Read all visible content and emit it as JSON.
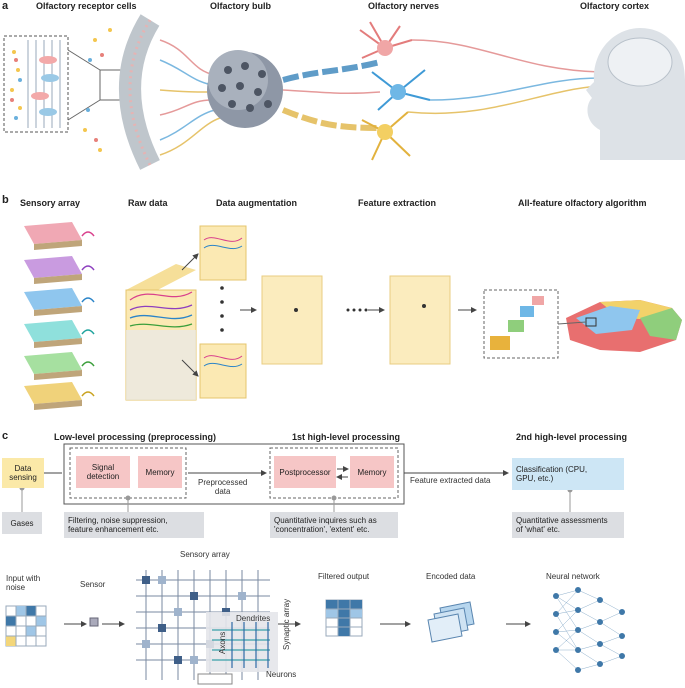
{
  "panel_a": {
    "label": "a",
    "headers": [
      "Olfactory receptor cells",
      "Olfactory bulb",
      "Olfactory nerves",
      "Olfactory cortex"
    ]
  },
  "panel_b": {
    "label": "b",
    "headers": [
      "Sensory array",
      "Raw data",
      "Data augmentation",
      "Feature extraction",
      "All-feature olfactory algorithm"
    ]
  },
  "panel_c": {
    "label": "c",
    "headers": {
      "low_level": "Low-level processing (preprocessing)",
      "high1": "1st high-level processing",
      "high2": "2nd high-level processing"
    },
    "data_sensing": "Data\nsensing",
    "gases": "Gases",
    "signal_detection": "Signal\ndetection",
    "memory1": "Memory",
    "preprocessed_data": "Preprocessed\ndata",
    "postprocessor": "Postprocessor",
    "memory2": "Memory",
    "feature_extracted_data": "Feature extracted data",
    "classification": "Classification (CPU,\nGPU, etc.)",
    "filtering_note": "Filtering, noise suppression,\nfeature enhancement etc.",
    "quantitative_note": "Quantitative inquires such as\n'concentration', 'extent' etc.",
    "assessment_note": "Quantitative assessments\nof 'what' etc.",
    "pipeline": {
      "input_with_noise": "Input with\nnoise",
      "sensor": "Sensor",
      "sensory_array": "Sensory array",
      "dendrites": "Dendrites",
      "axons": "Axons",
      "synaptic_array": "Synaptic array",
      "neurons": "Neurons",
      "filtered_output": "Filtered output",
      "encoded_data": "Encoded data",
      "neural_network": "Neural network"
    }
  },
  "colors": {
    "pink": "#f6c6c6",
    "yellow": "#fbe9a8",
    "blue": "#cde6f5",
    "gray": "#dcdee2",
    "steel": "#3f78a8"
  }
}
